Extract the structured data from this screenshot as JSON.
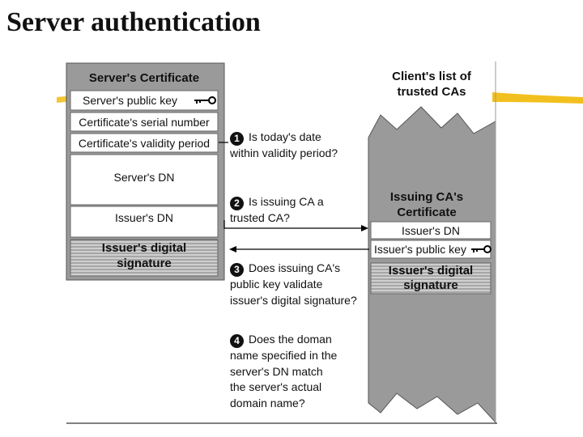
{
  "title": "Server authentication",
  "server_certificate": {
    "heading": "Server's Certificate",
    "fields": [
      "Server's public key",
      "Certificate's serial number",
      "Certificate's validity period",
      "Server's DN",
      "Issuer's DN"
    ],
    "signature_line1": "Issuer's digital",
    "signature_line2": "signature"
  },
  "client_ca_list": {
    "heading_line1": "Client's list of",
    "heading_line2": "trusted CAs"
  },
  "issuing_ca_certificate": {
    "heading_line1": "Issuing CA's",
    "heading_line2": "Certificate",
    "fields": [
      "Issuer's DN",
      "Issuer's public key"
    ],
    "signature_line1": "Issuer's digital",
    "signature_line2": "signature"
  },
  "steps": [
    {
      "number": "1",
      "lines": [
        "Is today's date",
        "within validity period?"
      ]
    },
    {
      "number": "2",
      "lines": [
        "Is issuing CA a",
        "trusted CA?"
      ]
    },
    {
      "number": "3",
      "lines": [
        "Does issuing CA's",
        "public key validate",
        "issuer's digital signature?"
      ]
    },
    {
      "number": "4",
      "lines": [
        "Does the doman",
        "name specified in the",
        "server's DN match",
        "the server's actual",
        "domain name?"
      ]
    }
  ],
  "icons": {
    "key": "key-icon"
  },
  "colors": {
    "panel_gray": "#9a9a9a",
    "highlight_yellow": "#f2c01e",
    "box_white": "#ffffff"
  }
}
